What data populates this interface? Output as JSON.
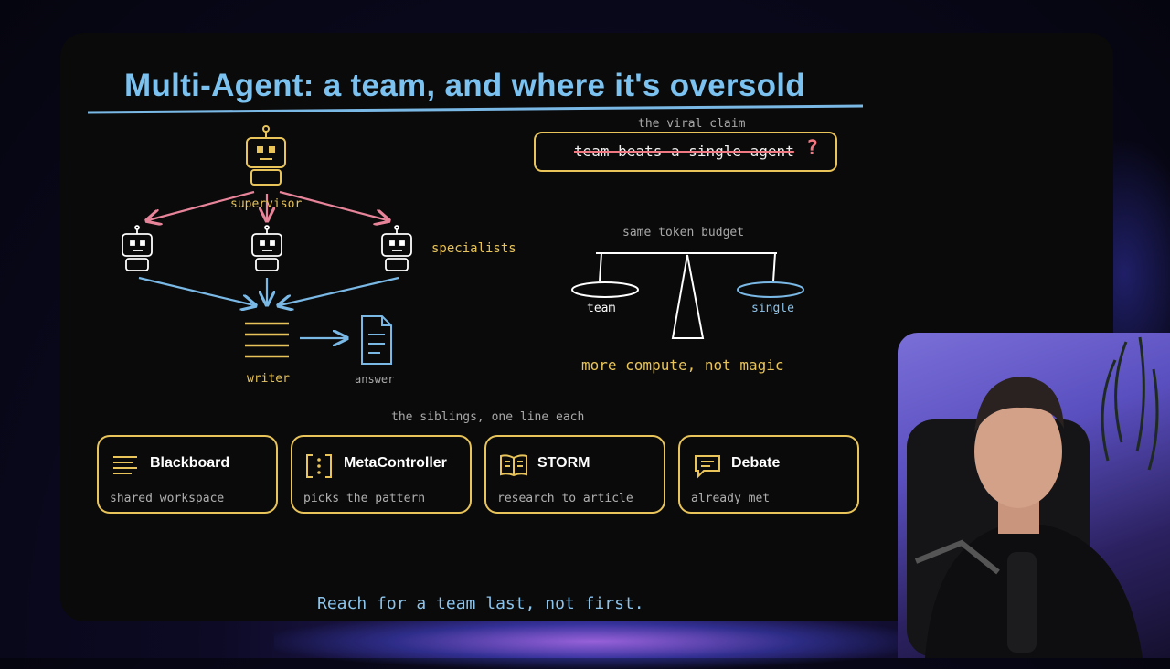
{
  "slide": {
    "title": "Multi-Agent: a team, and where it's oversold",
    "diagram": {
      "supervisor_label": "supervisor",
      "specialists_label": "specialists",
      "writer_label": "writer",
      "answer_label": "answer"
    },
    "claim": {
      "caption": "the viral claim",
      "struck_text": "team beats a single agent",
      "mark": "?"
    },
    "balance": {
      "caption": "same token budget",
      "left_label": "team",
      "right_label": "single",
      "conclusion": "more compute, not magic"
    },
    "siblings": {
      "caption": "the siblings, one line each",
      "cards": [
        {
          "icon": "lines-icon",
          "title": "Blackboard",
          "subtitle": "shared workspace"
        },
        {
          "icon": "bracket-dots-icon",
          "title": "MetaController",
          "subtitle": "picks the pattern"
        },
        {
          "icon": "open-book-icon",
          "title": "STORM",
          "subtitle": "research to article"
        },
        {
          "icon": "speech-bubble-icon",
          "title": "Debate",
          "subtitle": "already met"
        }
      ]
    },
    "footer": "Reach for a team last, not first."
  },
  "colors": {
    "title_blue": "#7cc2f0",
    "accent_yellow": "#e8c45a",
    "arrow_pink": "#e8849a",
    "arrow_blue": "#7ab8e6",
    "strike_red": "#f07880"
  },
  "presenter": {
    "visible": true,
    "description_icon": "presenter-webcam"
  }
}
